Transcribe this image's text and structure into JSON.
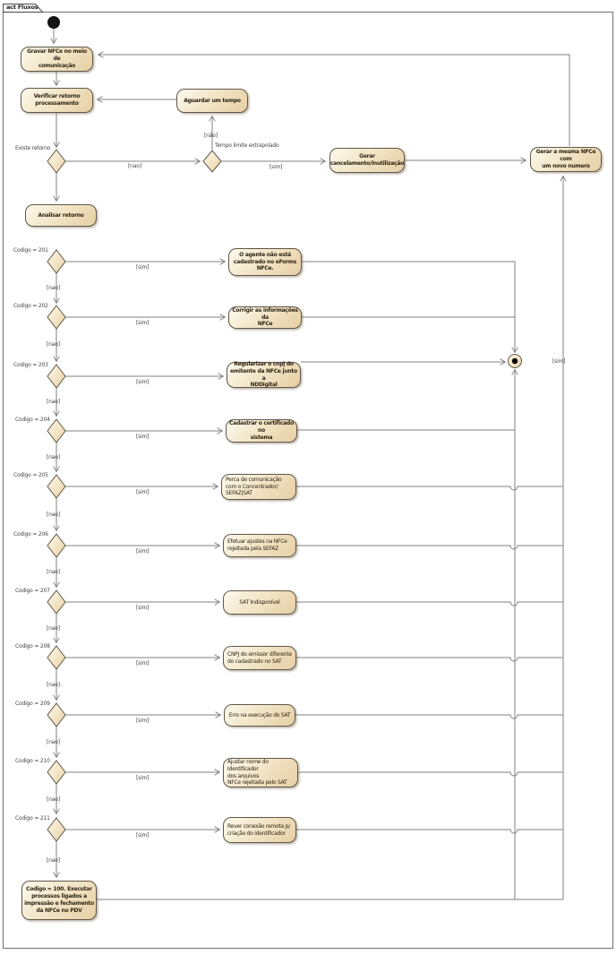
{
  "frame": {
    "tab_label": "act Fluxos"
  },
  "colors": {
    "node_fill_light": "#fdf9ec",
    "node_fill_dark": "#e6cfa4",
    "node_border": "#5f574a",
    "connector": "#808080",
    "node_text": "#2f2415",
    "guard_text": "#454545"
  },
  "nodes": {
    "gravar": {
      "label": "Gravar NFCe no meio de\ncomunicação"
    },
    "verificar": {
      "label": "Verificar retorno\nprocessamento"
    },
    "aguardar": {
      "label": "Aguardar um tempo"
    },
    "analisar": {
      "label": "Analisar retorno"
    },
    "gerar_cancelamento": {
      "label": "Gerar\ncancelamento/inutilização"
    },
    "gerar_mesma": {
      "label": "Gerar a mesma NFCe com\num novo numero"
    },
    "codigo_100": {
      "label": "Codigo = 100. Executar\nprocessos ligados a\nimpressão e fechamento\nda NFCe no PDV"
    }
  },
  "guards": {
    "existe_retorno": "Existe retorno",
    "tempo_limite": "Tempo limite extrapolado",
    "nao_accent": "[não]",
    "nao": "[nao]",
    "sim": "[sim]"
  },
  "rows": [
    {
      "code": "Codigo = 201",
      "sim": "[sim]",
      "nao": "[nao]",
      "action": "O agente não está\ncadastrado no eForms\nNFCe."
    },
    {
      "code": "Codigo = 202",
      "sim": "[sim]",
      "nao": "[nao]",
      "action": "Corrigir as informações da\nNFCe"
    },
    {
      "code": "Codigo = 203",
      "sim": "[sim]",
      "nao": "[nao]",
      "action": "Regularizar o cnpj do\nemitente da NFCe junto a\nNDDigital"
    },
    {
      "code": "Codigo = 204",
      "sim": "[sim]",
      "nao": "[nao]",
      "action": "Cadastrar o certificado no\nsistema"
    },
    {
      "code": "Codigo = 205",
      "sim": "[sim]",
      "nao": "[nao]",
      "action": "Perca de comunicação\ncom o Concentrador/\nSEFAZ|SAT"
    },
    {
      "code": "Codigo = 206",
      "sim": "[sim]",
      "nao": "[nao]",
      "action": "Efetuar ajustes na NFCe\nrejeitada pela SEFAZ"
    },
    {
      "code": "Codigo = 207",
      "sim": "[sim]",
      "nao": "[nao]",
      "action": "SAT Indisponível"
    },
    {
      "code": "Codigo = 208",
      "sim": "[sim]",
      "nao": "[nao]",
      "action": "CNPJ do emissor diferente\ndo cadastrado no SAT"
    },
    {
      "code": "Codigo = 209",
      "sim": "[sim]",
      "nao": "[nao]",
      "action": "Erro na execução do SAT"
    },
    {
      "code": "Codigo = 210",
      "sim": "[sim]",
      "nao": "[nao]",
      "action": "Ajustar nome do Identificador\ndos arquivos\nNFCe rejeitada pelo SAT"
    },
    {
      "code": "Codigo = 211",
      "sim": "[sim]",
      "nao": "[nao]",
      "action": "Rever conexão remota p/\ncriação do identificador"
    }
  ]
}
